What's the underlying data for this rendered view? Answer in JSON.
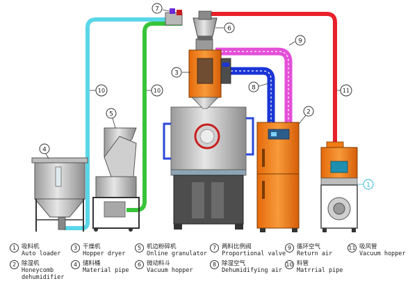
{
  "callouts": {
    "c1": "1",
    "c2": "2",
    "c3": "3",
    "c4": "4",
    "c5": "5",
    "c6": "6",
    "c7": "7",
    "c8": "8",
    "c9": "9",
    "c10a": "10",
    "c10b": "10",
    "c11": "11"
  },
  "legend": [
    {
      "num": "1",
      "cn": "吸料机",
      "en": "Auto loader"
    },
    {
      "num": "2",
      "cn": "除湿机",
      "en": "Honeycomb dehumidifier"
    },
    {
      "num": "3",
      "cn": "干燥机",
      "en": "Hopper dryer"
    },
    {
      "num": "4",
      "cn": "储料桶",
      "en": "Material pipe"
    },
    {
      "num": "5",
      "cn": "机边粉碎机",
      "en": "Online granulator"
    },
    {
      "num": "6",
      "cn": "微动料斗",
      "en": "Vacuum hopper"
    },
    {
      "num": "7",
      "cn": "两料比例阀",
      "en": "Proportional valve"
    },
    {
      "num": "8",
      "cn": "除湿空气",
      "en": "Dehumidifying air"
    },
    {
      "num": "9",
      "cn": "循环空气",
      "en": "Return air"
    },
    {
      "num": "10",
      "cn": "料管",
      "en": "Matrrial pipe"
    },
    {
      "num": "11",
      "cn": "吸风管",
      "en": "Vacuum hopper"
    }
  ],
  "colors": {
    "vacuum_line": "#e8202a",
    "return_air": "#e44fd8",
    "dehumid_air": "#1b35d6",
    "material_pipe_a": "#5ad6e8",
    "material_pipe_b": "#38c43a",
    "dryer_body": "#f07c14",
    "machine_gray": "#c9c9c9"
  }
}
